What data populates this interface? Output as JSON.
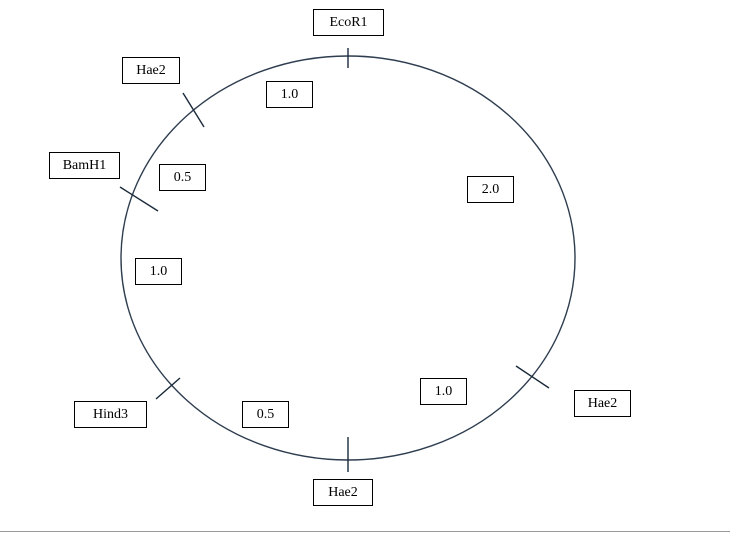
{
  "colors": {
    "circle": "#2e3d4f",
    "tick": "#1a2a3a",
    "box_border": "#000000",
    "text": "#000000"
  },
  "sites": [
    {
      "id": "ecor1-top",
      "label": "EcoR1"
    },
    {
      "id": "hae2-upper",
      "label": "Hae2"
    },
    {
      "id": "bamh1-left",
      "label": "BamH1"
    },
    {
      "id": "hind3-lower",
      "label": "Hind3"
    },
    {
      "id": "hae2-bottom",
      "label": "Hae2"
    },
    {
      "id": "hae2-right",
      "label": "Hae2"
    }
  ],
  "fragments": [
    {
      "id": "frag-1",
      "label": "1.0"
    },
    {
      "id": "frag-2",
      "label": "0.5"
    },
    {
      "id": "frag-3",
      "label": "1.0"
    },
    {
      "id": "frag-4",
      "label": "0.5"
    },
    {
      "id": "frag-5",
      "label": "1.0"
    },
    {
      "id": "frag-6",
      "label": "2.0"
    }
  ]
}
